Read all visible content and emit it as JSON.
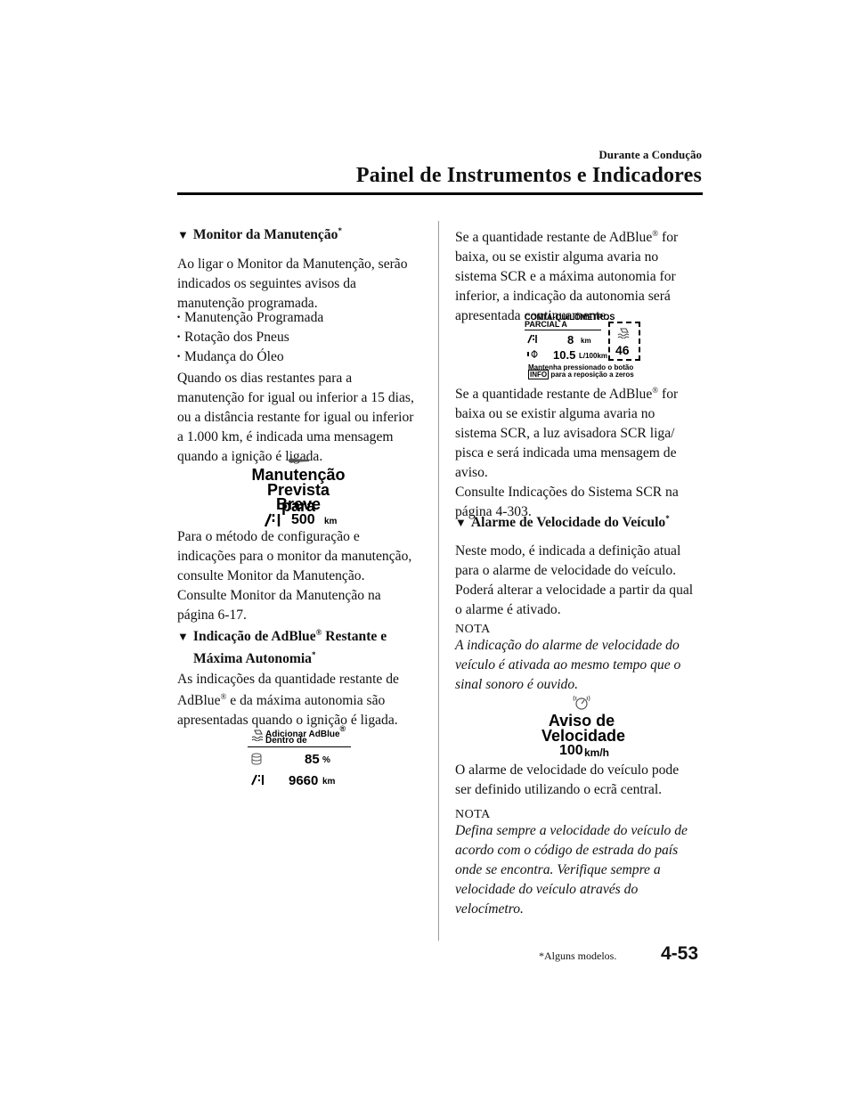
{
  "header": {
    "section": "Durante a Condução",
    "title": "Painel de Instrumentos e Indicadores"
  },
  "left": {
    "maint_heading": "Monitor da Manutenção",
    "maint_star": "*",
    "maint_intro": [
      "Ao ligar o Monitor da Manutenção, serão",
      "indicados os seguintes avisos da",
      "manutenção programada."
    ],
    "maint_items": [
      "Manutenção Programada",
      "Rotação dos Pneus",
      "Mudança do Óleo"
    ],
    "maint_p2": [
      "Quando os dias restantes para a",
      "manutenção for igual ou inferior a 15 dias,",
      "ou a distância restante for igual ou inferior",
      "a 1.000 km, é indicada uma mensagem",
      "quando a ignição é ligada."
    ],
    "fig1": {
      "line1": "Manutenção",
      "line2": "Prevista para",
      "line3": "Breve",
      "value": "500",
      "unit": "km"
    },
    "maint_p3": [
      "Para o método de configuração e",
      "indicações para o monitor da manutenção,",
      "consulte Monitor da Manutenção.",
      "Consulte Monitor da Manutenção na",
      "página 6-17."
    ],
    "adblue_heading_a": "Indicação de AdBlue",
    "adblue_heading_b": " Restante e",
    "adblue_heading_c": "Máxima Autonomia",
    "reg": "®",
    "adblue_p1_a": "As indicações da quantidade restante de",
    "adblue_p1_b1": "AdBlue",
    "adblue_p1_b2": " e da máxima autonomia são",
    "adblue_p1_c": "apresentadas quando o ignição é ligada.",
    "fig2": {
      "title1": "Adicionar AdBlue",
      "title2": "Dentro de",
      "pct": "85",
      "pct_unit": "%",
      "km": "9660",
      "km_unit": "km"
    }
  },
  "right": {
    "p1_a1": "Se a quantidade restante de AdBlue",
    "p1_a2": " for",
    "p1_rest": [
      "baixa, ou se existir alguma avaria no",
      "sistema SCR e a máxima autonomia for",
      "inferior, a indicação da autonomia será",
      "apresentada continuamente."
    ],
    "fig3": {
      "title1": "CONTA-QUILÓMETROS",
      "title2": "PARCIAL A",
      "km": "8",
      "km_unit": "km",
      "cons": "10.5",
      "cons_unit": "L/100km",
      "range": "46",
      "hint1": "Mantenha pressionado o botão",
      "hint_info": "INFO",
      "hint2": "para a reposição a zeros"
    },
    "p2_a1": "Se a quantidade restante de AdBlue",
    "p2_a2": " for",
    "p2_rest": [
      "baixa ou se existir alguma avaria no",
      "sistema SCR, a luz avisadora SCR liga/",
      "pisca e será indicada uma mensagem de",
      "aviso.",
      "Consulte Indicações do Sistema SCR na",
      "página 4-303."
    ],
    "speed_heading": "Alarme de Velocidade do Veículo",
    "speed_p1": [
      "Neste modo, é indicada a definição atual",
      "para o alarme de velocidade do veículo.",
      "Poderá alterar a velocidade a partir da qual",
      "o alarme é ativado."
    ],
    "note_label": "NOTA",
    "note1": [
      "A indicação do alarme de velocidade do",
      "veículo é ativada ao mesmo tempo que o",
      "sinal sonoro é ouvido."
    ],
    "fig4": {
      "line1": "Aviso de",
      "line2": "Velocidade",
      "value": "100",
      "unit": "km/h"
    },
    "speed_p2": [
      "O alarme de velocidade do veículo pode",
      "ser definido utilizando o ecrã central."
    ],
    "note2": [
      "Defina sempre a velocidade do veículo de",
      "acordo com o código de estrada do país",
      "onde se encontra. Verifique sempre a",
      "velocidade do veículo através do",
      "velocímetro."
    ]
  },
  "footer": {
    "note": "*Alguns modelos.",
    "page": "4-53"
  },
  "heading_marker": "▼"
}
